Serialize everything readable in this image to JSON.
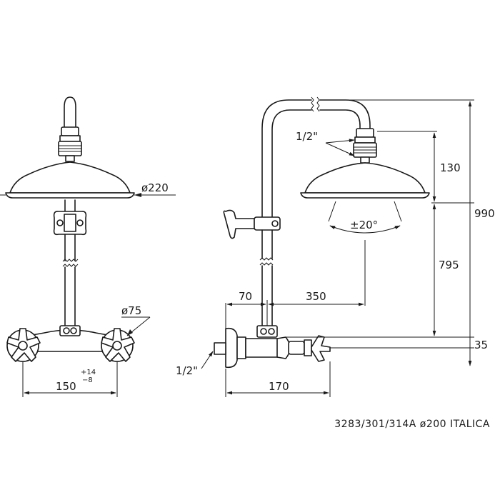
{
  "dimensions": {
    "head_diameter": "ø220",
    "flange_diameter": "ø75",
    "centres": "150",
    "centres_tol_plus": "+14",
    "centres_tol_minus": "−8",
    "thread_top": "1/2\"",
    "thread_bottom": "1/2\"",
    "head_height": "130",
    "tilt": "±20°",
    "overall_height": "990",
    "arm_height": "795",
    "wall_offset": "70",
    "projection": "350",
    "inlet_height": "35",
    "mixer_depth": "170"
  },
  "caption": "3283/301/314A  ø200  ITALICA"
}
